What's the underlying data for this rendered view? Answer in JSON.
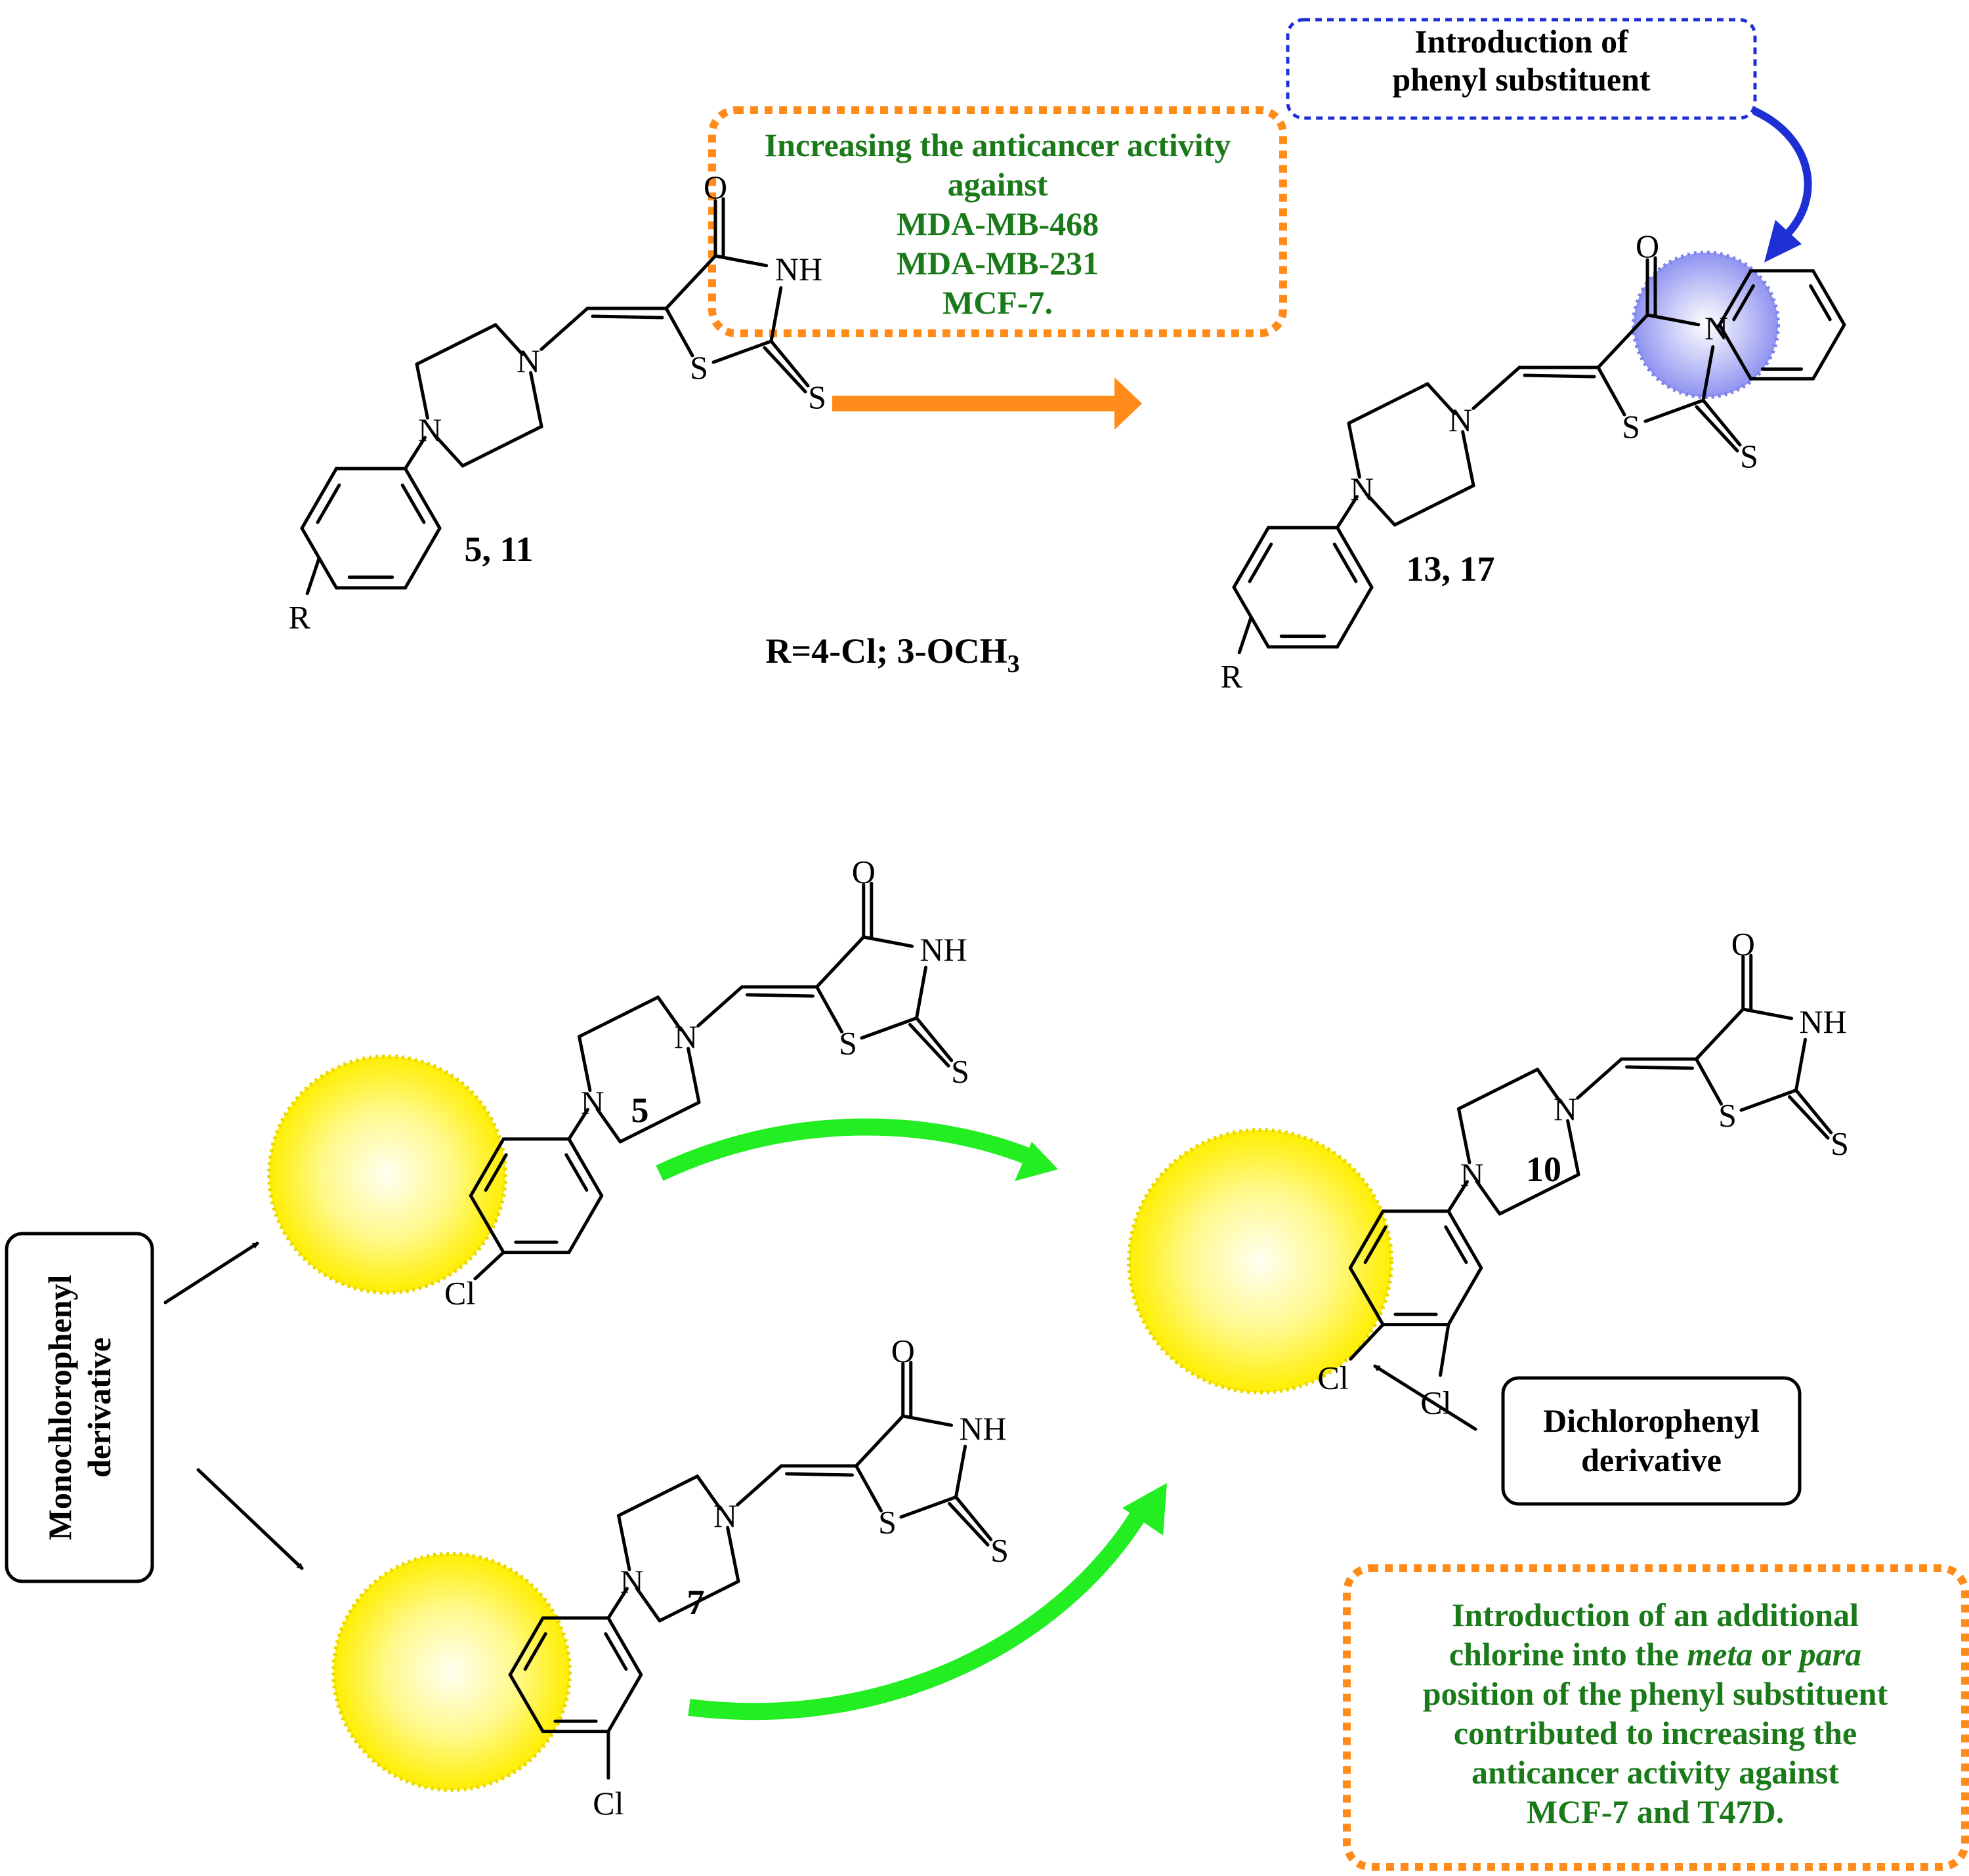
{
  "colors": {
    "orange": "#ff8c1a",
    "blue": "#1f2fd6",
    "green_text": "#1a7a1a",
    "green_arrow": "#22ee22",
    "yellow": "#ffee00",
    "purple": "#8f93f0"
  },
  "atoms": {
    "O": "O",
    "NH": "NH",
    "N": "N",
    "S": "S",
    "R": "R",
    "Cl": "Cl"
  },
  "compounds": {
    "top_left": "5, 11",
    "top_right": "13, 17",
    "bottom_5": "5",
    "bottom_7": "7",
    "bottom_10": "10"
  },
  "r_substituent": {
    "main": "R=4-Cl; 3-OCH",
    "sub": "3"
  },
  "boxes": {
    "anticancer": [
      "Increasing the anticancer activity",
      "against",
      "MDA-MB-468",
      "MDA-MB-231",
      "MCF-7."
    ],
    "phenyl_intro": [
      "Introduction of",
      "phenyl substituent"
    ],
    "mono": [
      "Monochlorophenyl",
      "derivative"
    ],
    "dichloro": [
      "Dichlorophenyl",
      "derivative"
    ],
    "chlorine_note": {
      "line1": "Introduction of an additional",
      "line2_a": "chlorine into the ",
      "line2_meta": "meta",
      "line2_b": " or ",
      "line2_para": "para",
      "line3": "position of the phenyl substituent",
      "line4": "contributed to increasing the",
      "line5": "anticancer activity against",
      "line6": "MCF-7 and T47D."
    }
  }
}
